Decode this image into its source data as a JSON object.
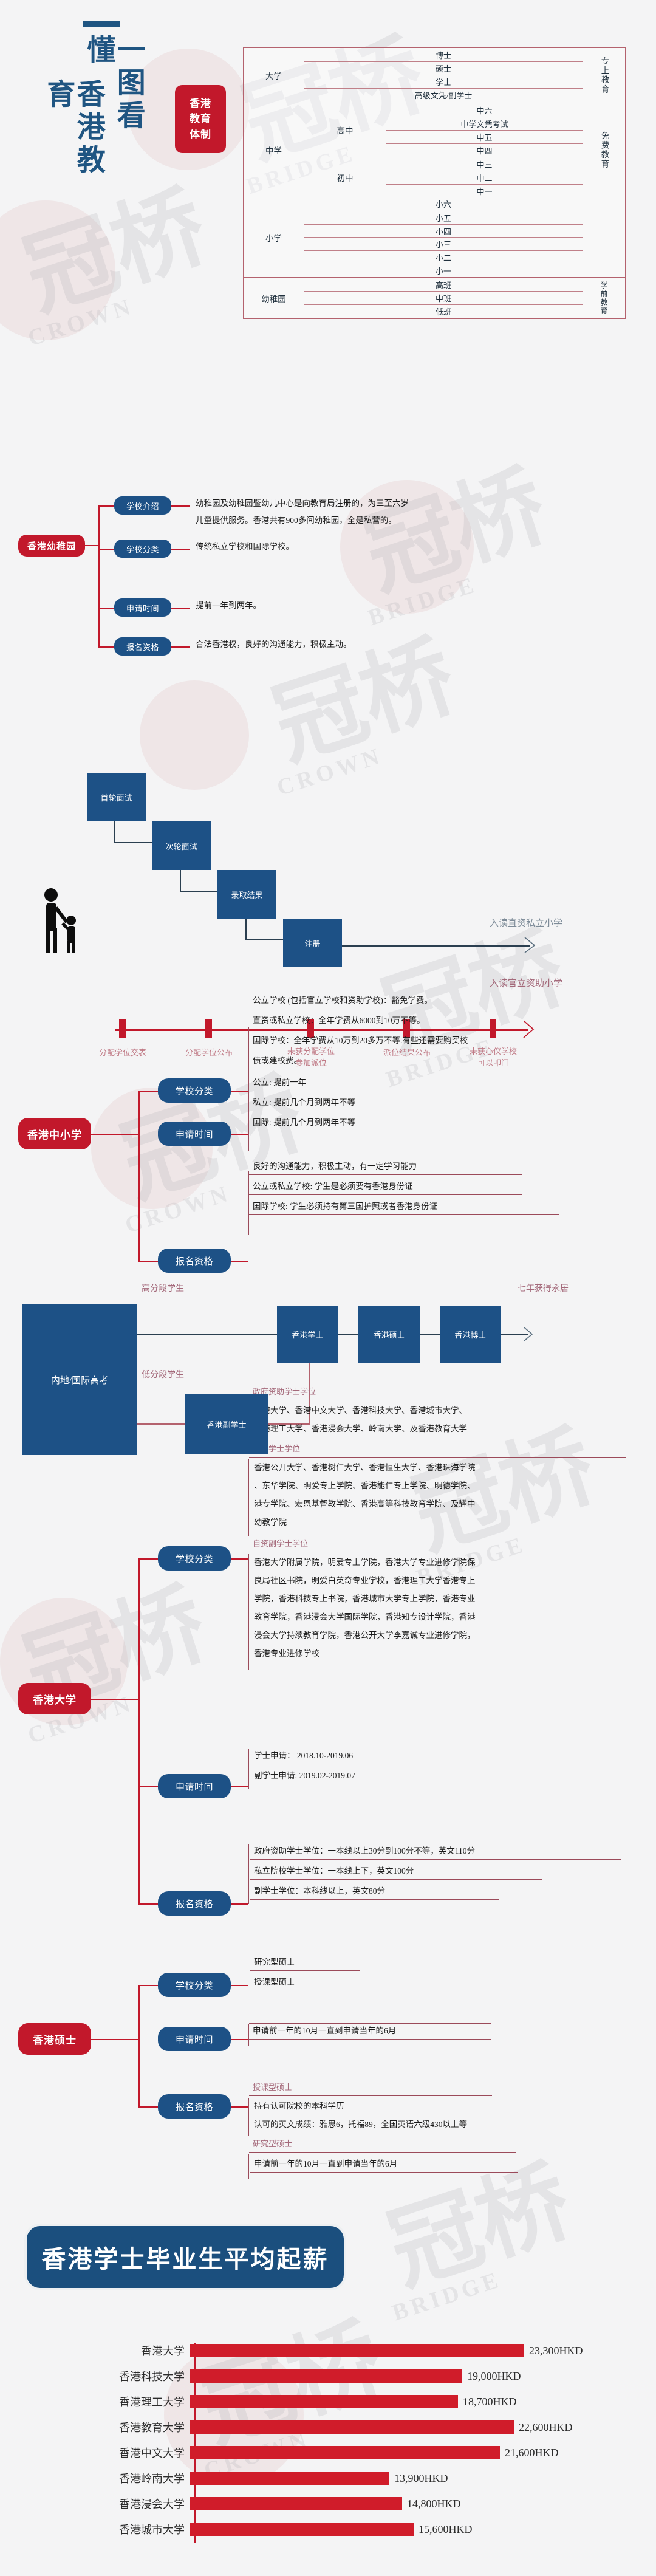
{
  "title": {
    "line1": "一图看懂",
    "line2": "香港教育",
    "badge_line1": "香港",
    "badge_line2": "教育",
    "badge_line3": "体制"
  },
  "system_table": {
    "rows": [
      {
        "stage": "大学",
        "stream": "",
        "levels": [
          "博士",
          "硕士",
          "学士",
          "高级文凭/副学士"
        ],
        "category": "专上教育"
      },
      {
        "stage": "中学",
        "stream": "高中",
        "levels": [
          "中六",
          "中学文凭考试",
          "中五",
          "中四"
        ],
        "category": "免费教育"
      },
      {
        "stage": "",
        "stream": "初中",
        "levels": [
          "中三",
          "中二",
          "中一"
        ],
        "category": ""
      },
      {
        "stage": "小学",
        "stream": "",
        "levels": [
          "小六",
          "小五",
          "小四",
          "小三",
          "小二",
          "小一"
        ],
        "category": ""
      },
      {
        "stage": "幼稚园",
        "stream": "",
        "levels": [
          "高班",
          "中班",
          "低班"
        ],
        "category": "学前教育"
      }
    ]
  },
  "kindergarten": {
    "heading": "香港幼稚园",
    "items": [
      {
        "label": "学校介绍",
        "lines": [
          "幼稚园及幼稚园暨幼儿中心是向教育局注册的，为三至六岁",
          "儿童提供服务。香港共有900多间幼稚园，全是私营的。"
        ]
      },
      {
        "label": "学校分类",
        "lines": [
          "传统私立学校和国际学校。"
        ]
      },
      {
        "label": "申请时间",
        "lines": [
          "提前一年到两年。"
        ]
      },
      {
        "label": "报名资格",
        "lines": [
          "合法香港权，良好的沟通能力，积极主动。"
        ]
      }
    ]
  },
  "primary_flow": {
    "steps": [
      "首轮面试",
      "次轮面试",
      "录取结果",
      "注册"
    ],
    "out_top": "入读直资私立小学",
    "out_bottom": "入读官立资助小学",
    "timeline": [
      {
        "l1": "分配学位交表",
        "l2": ""
      },
      {
        "l1": "分配学位公布",
        "l2": ""
      },
      {
        "l1": "未获分配学位",
        "l2": "参加派位"
      },
      {
        "l1": "派位结果公布",
        "l2": ""
      },
      {
        "l1": "未获心仪学校",
        "l2": "可以叩门"
      }
    ]
  },
  "school_section": {
    "heading": "香港中小学",
    "items": [
      {
        "label": "学校分类",
        "lines": [
          "公立学校 (包括官立学校和资助学校)：豁免学费。",
          "直资或私立学校：全年学费从6000到10万不等。",
          "国际学校：全年学费从10万到20多万不等.有些还需要购买校",
          "债或建校费。"
        ]
      },
      {
        "label": "申请时间",
        "lines": [
          "公立: 提前一年",
          "私立: 提前几个月到两年不等",
          "国际: 提前几个月到两年不等"
        ]
      },
      {
        "label": "报名资格",
        "lines": [
          "良好的沟通能力，积极主动，有一定学习能力",
          "公立或私立学校: 学生是必须要有香港身份证",
          "国际学校: 学生必须持有第三国护照或者香港身份证"
        ]
      }
    ]
  },
  "gaokao_flow": {
    "source": "内地/国际高考",
    "label_high": "高分段学生",
    "label_low": "低分段学生",
    "boxes": [
      "香港学士",
      "香港硕士",
      "香港博士"
    ],
    "assoc_box": "香港副学士",
    "outcome": "七年获得永居"
  },
  "university": {
    "heading": "香港大学",
    "classification_label": "学校分类",
    "apply_label": "申请时间",
    "qualify_label": "报名资格",
    "groups": [
      {
        "title": "政府资助学士学位",
        "lines": [
          "香港大学、香港中文大学、香港科技大学、香港城市大学、",
          "香港理工大学、香港浸会大学、岭南大学、及香港教育大学"
        ]
      },
      {
        "title": "自资学士学位",
        "lines": [
          "香港公开大学、香港树仁大学、香港恒生大学、香港珠海学院",
          "、东华学院、明爱专上学院、香港能仁专上学院、明德学院、",
          "港专学院、宏恩基督教学院、香港高等科技教育学院、及耀中",
          "幼教学院"
        ]
      },
      {
        "title": "自资副学士学位",
        "lines": [
          "香港大学附属学院，明爱专上学院，香港大学专业进修学院保",
          "良局社区书院，明爱白英奇专业学校，香港理工大学香港专上",
          "学院，香港科技专上书院，香港城市大学专上学院，香港专业",
          "教育学院，香港浸会大学国际学院，香港知专设计学院，香港",
          "浸会大学持续教育学院，香港公开大学李嘉诚专业进修学院，",
          "香港专业进修学校"
        ]
      }
    ],
    "apply_lines": [
      "学士申请：  2018.10-2019.06",
      "副学士申请: 2019.02-2019.07"
    ],
    "qualify_lines": [
      "政府资助学士学位：一本线以上30分到100分不等，英文110分",
      "私立院校学士学位：一本线上下，英文100分",
      "副学士学位：本科线以上，英文80分"
    ]
  },
  "master": {
    "heading": "香港硕士",
    "classification_label": "学校分类",
    "apply_label": "申请时间",
    "qualify_label": "报名资格",
    "classification_lines": [
      "研究型硕士",
      "授课型硕士"
    ],
    "apply_lines": [
      "申请前一年的10月一直到申请当年的6月"
    ],
    "qualify_groups": [
      {
        "title": "授课型硕士",
        "lines": [
          "持有认可院校的本科学历",
          "认可的英文成绩：雅思6，托福89，全国英语六级430以上等"
        ]
      },
      {
        "title": "研究型硕士",
        "lines": [
          "申请前一年的10月一直到申请当年的6月"
        ]
      }
    ]
  },
  "chart_data": {
    "type": "bar",
    "title": "香港学士毕业生平均起薪",
    "orientation": "horizontal",
    "unit": "HKD",
    "xlabel": "",
    "ylabel": "",
    "xlim": [
      0,
      23300
    ],
    "grid": false,
    "categories": [
      "香港大学",
      "香港科技大学",
      "香港理工大学",
      "香港教育大学",
      "香港中文大学",
      "香港岭南大学",
      "香港浸会大学",
      "香港城市大学"
    ],
    "values": [
      23300,
      19000,
      18700,
      22600,
      21600,
      13900,
      14800,
      15600
    ],
    "value_labels": [
      "23,300HKD",
      "19,000HKD",
      "18,700HKD",
      "22,600HKD",
      "21,600HKD",
      "13,900HKD",
      "14,800HKD",
      "15,600HKD"
    ],
    "bar_color": "#d01c2a"
  },
  "watermark": {
    "cjk": "冠桥",
    "latin1": "CROWN",
    "latin2": "BRIDGE"
  }
}
